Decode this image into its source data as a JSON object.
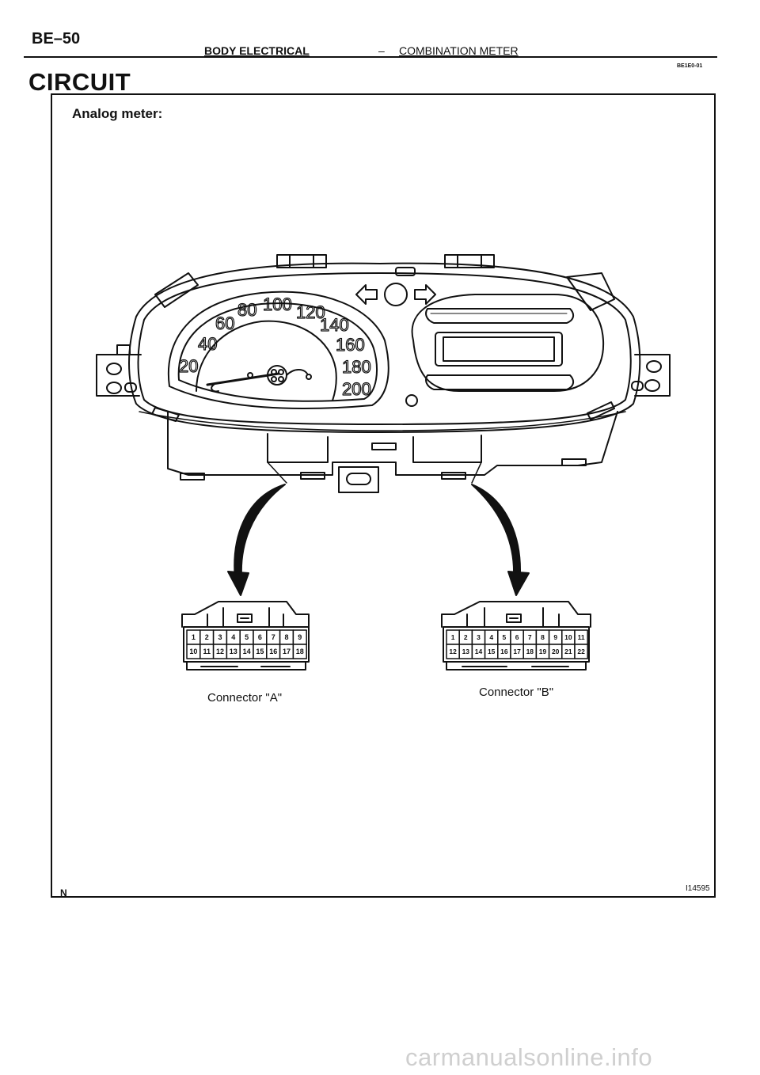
{
  "header": {
    "page_code": "BE–50",
    "section": "BODY ELECTRICAL",
    "separator": "–",
    "subsection": "COMBINATION METER",
    "doc_code": "BE1E0-01"
  },
  "page_title": "CIRCUIT",
  "figure": {
    "title": "Analog meter:",
    "corner_mark": "N",
    "figure_code": "I14595",
    "speedometer_marks": [
      "20",
      "40",
      "60",
      "80",
      "100",
      "120",
      "140",
      "160",
      "180",
      "200"
    ],
    "connectors": [
      {
        "caption": "Connector \"A\"",
        "pins_top": [
          "1",
          "2",
          "3",
          "4",
          "5",
          "6",
          "7",
          "8",
          "9"
        ],
        "pins_bottom": [
          "10",
          "11",
          "12",
          "13",
          "14",
          "15",
          "16",
          "17",
          "18"
        ]
      },
      {
        "caption": "Connector \"B\"",
        "pins_top": [
          "1",
          "2",
          "3",
          "4",
          "5",
          "6",
          "7",
          "8",
          "9",
          "10",
          "11"
        ],
        "pins_bottom": [
          "12",
          "13",
          "14",
          "15",
          "16",
          "17",
          "18",
          "19",
          "20",
          "21",
          "22"
        ]
      }
    ]
  },
  "footer": {
    "watermark": "carmanualsonline.info"
  }
}
